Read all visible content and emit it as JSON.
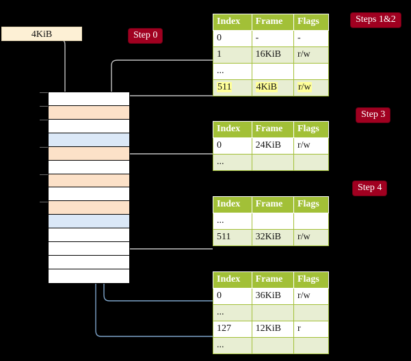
{
  "diagram": {
    "title_hidden": "",
    "background": "#000000",
    "accent_green": "#a2c037",
    "accent_red": "#a00020",
    "highlight_yellow": "#ffff99",
    "frame_bar_fill": "#fdf0d5",
    "mem_orange": "#fce1c8",
    "mem_blue": "#dbe8f7"
  },
  "frame_bar": {
    "label": "4KiB"
  },
  "badges": {
    "step0": "Step 0",
    "steps12": "Steps 1&2",
    "step3": "Step 3",
    "step4": "Step 4"
  },
  "tables": [
    {
      "name": "level4-table",
      "headers": [
        "Index",
        "Frame",
        "Flags"
      ],
      "rows": [
        {
          "index": "0",
          "frame": "-",
          "flags": "-",
          "alt": false,
          "highlight": false
        },
        {
          "index": "1",
          "frame": "16KiB",
          "flags": "r/w",
          "alt": true,
          "highlight": false
        },
        {
          "index": "...",
          "frame": "",
          "flags": "",
          "alt": false,
          "highlight": false
        },
        {
          "index": "511",
          "frame": "4KiB",
          "flags": "r/w",
          "alt": true,
          "highlight": true
        }
      ]
    },
    {
      "name": "level3-table",
      "headers": [
        "Index",
        "Frame",
        "Flags"
      ],
      "rows": [
        {
          "index": "0",
          "frame": "24KiB",
          "flags": "r/w",
          "alt": false,
          "highlight": false
        },
        {
          "index": "...",
          "frame": "",
          "flags": "",
          "alt": true,
          "highlight": false
        }
      ]
    },
    {
      "name": "level2-table",
      "headers": [
        "Index",
        "Frame",
        "Flags"
      ],
      "rows": [
        {
          "index": "...",
          "frame": "",
          "flags": "",
          "alt": false,
          "highlight": false
        },
        {
          "index": "511",
          "frame": "32KiB",
          "flags": "r/w",
          "alt": true,
          "highlight": false
        }
      ]
    },
    {
      "name": "level1-table",
      "headers": [
        "Index",
        "Frame",
        "Flags"
      ],
      "rows": [
        {
          "index": "0",
          "frame": "36KiB",
          "flags": "r/w",
          "alt": false,
          "highlight": false
        },
        {
          "index": "...",
          "frame": "",
          "flags": "",
          "alt": true,
          "highlight": false
        },
        {
          "index": "127",
          "frame": "12KiB",
          "flags": "r",
          "alt": false,
          "highlight": false
        },
        {
          "index": "...",
          "frame": "",
          "flags": "",
          "alt": true,
          "highlight": false
        }
      ]
    }
  ],
  "memory_rows": [
    {
      "fill": "white"
    },
    {
      "fill": "orange"
    },
    {
      "fill": "white"
    },
    {
      "fill": "blue"
    },
    {
      "fill": "orange"
    },
    {
      "fill": "white"
    },
    {
      "fill": "orange"
    },
    {
      "fill": "white"
    },
    {
      "fill": "orange"
    },
    {
      "fill": "blue"
    },
    {
      "fill": "white"
    },
    {
      "fill": "white"
    },
    {
      "fill": "white"
    },
    {
      "fill": "white"
    }
  ]
}
